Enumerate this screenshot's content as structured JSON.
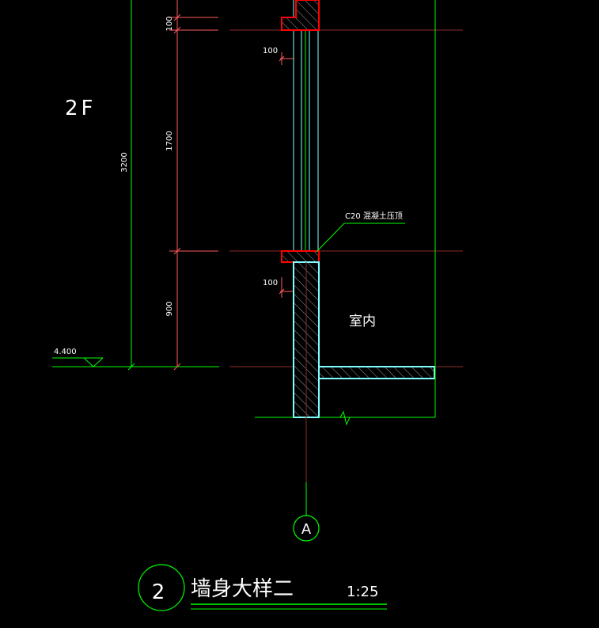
{
  "drawing": {
    "floor_label": "2F",
    "dims": {
      "top_100": "100",
      "mid_1700": "1700",
      "bottom_900": "900",
      "total_3200": "3200",
      "offset_upper_100": "100",
      "offset_lower_100": "100"
    },
    "elevation": "4.400",
    "callout": "C20  混凝土压顶",
    "room_label": "室内",
    "axis_label": "A",
    "title_number": "2",
    "title_text": "墙身大样二",
    "scale": "1:25"
  },
  "colors": {
    "background": "#000000",
    "green": "#00ff00",
    "red": "#ff0000",
    "cyan": "#7fffff",
    "ref_line": "#8b2a2a",
    "dim_red": "#ff5a5a",
    "hatch": "#9a9a9a",
    "white": "#ffffff"
  }
}
